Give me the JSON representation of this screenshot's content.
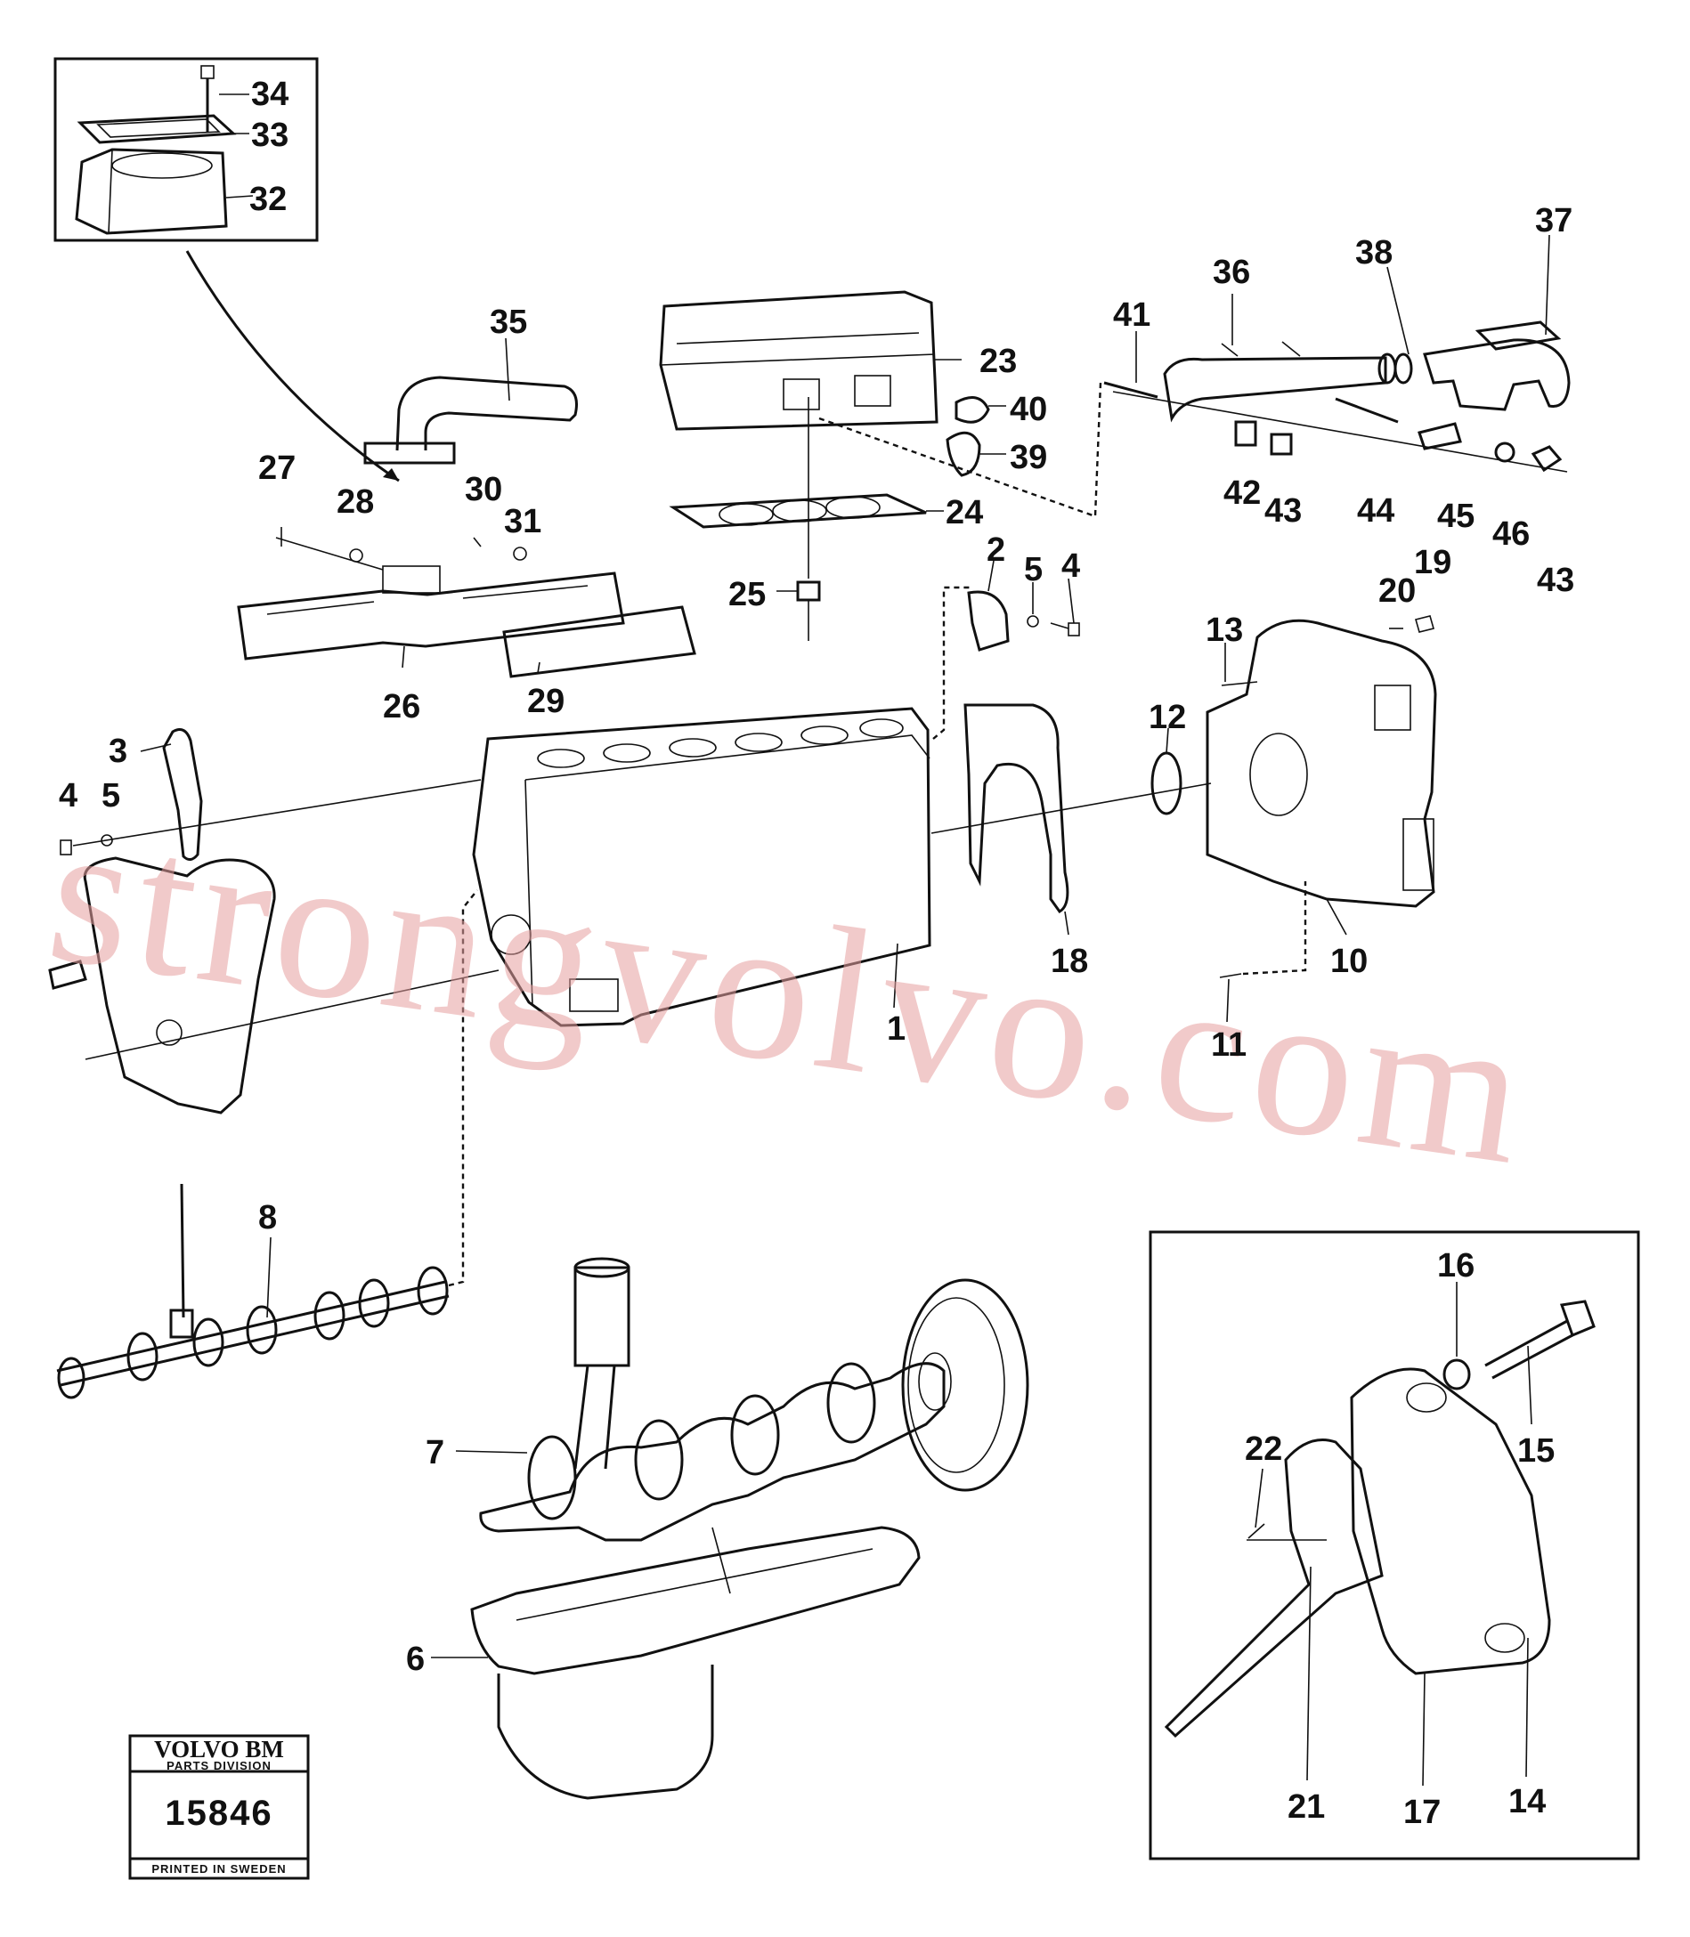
{
  "labels": [
    "34",
    "33",
    "32",
    "35",
    "27",
    "28",
    "30",
    "31",
    "26",
    "29",
    "23",
    "40",
    "39",
    "24",
    "25",
    "41",
    "36",
    "38",
    "37",
    "42",
    "43",
    "44",
    "45",
    "46",
    "43",
    "2",
    "5",
    "4",
    "19",
    "20",
    "13",
    "12",
    "3",
    "4",
    "5",
    "18",
    "10",
    "11",
    "1",
    "8",
    "7",
    "6",
    "16",
    "15",
    "22",
    "21",
    "17",
    "14"
  ],
  "watermark": "strongvolvo.com",
  "stamp": {
    "brand": "VOLVO BM",
    "division": "PARTS DIVISION",
    "number": "15846",
    "footer": "PRINTED IN SWEDEN"
  }
}
